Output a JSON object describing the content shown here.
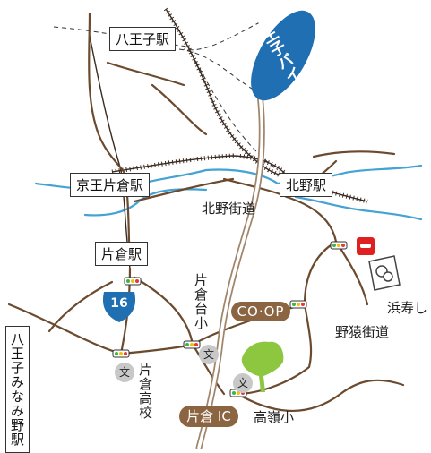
{
  "stations": {
    "hachioji": "八王子駅",
    "keio_katakura": "京王片倉駅",
    "kitano": "北野駅",
    "katakura": "片倉駅",
    "hachioji_minami_no": "八王子みなみ野駅"
  },
  "roads": {
    "bypass": "八王子バイパス",
    "kitano_kaido": "北野街道",
    "noen_kaido": "野猿街道",
    "route_number": "16",
    "katakura_ic": "片倉 IC"
  },
  "places": {
    "katakuradai_elementary": "片倉台小",
    "katakura_high": "片倉高校",
    "takamine_elementary": "高嶺小",
    "hamazushi": "浜寿し",
    "coop": "CO·OP",
    "school_symbol": "文"
  },
  "colors": {
    "road": "#6b4a2e",
    "bypass_fill": "#1f6fb2",
    "river": "#44a3d4",
    "ginkgo_leaf": "#8dc63f",
    "ic_pill": "#8b6441",
    "hamazushi_icon": "#e02020"
  },
  "icons": [
    "traffic-signal-icon",
    "school-icon",
    "ginkgo-leaf-icon",
    "restaurant-icon",
    "sushi-shop-icon",
    "route-shield-icon"
  ]
}
